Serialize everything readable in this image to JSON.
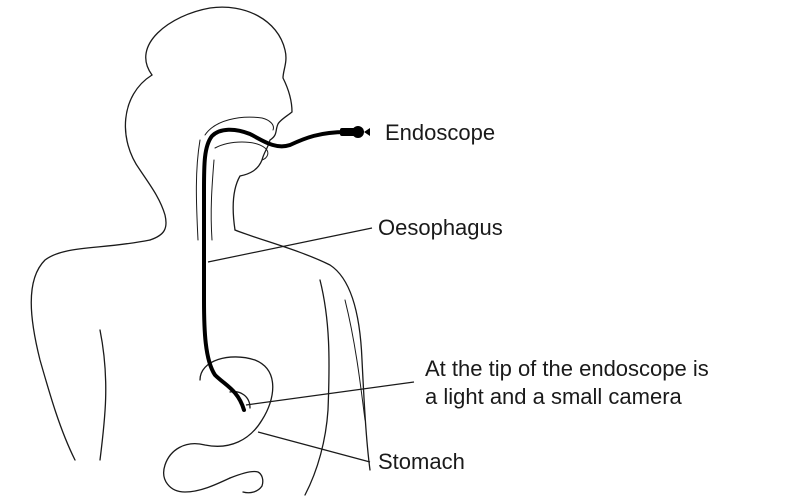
{
  "labels": {
    "endoscope": "Endoscope",
    "oesophagus": "Oesophagus",
    "tip_line1": "At the tip of the endoscope is",
    "tip_line2": "a light and a small camera",
    "stomach": "Stomach"
  }
}
